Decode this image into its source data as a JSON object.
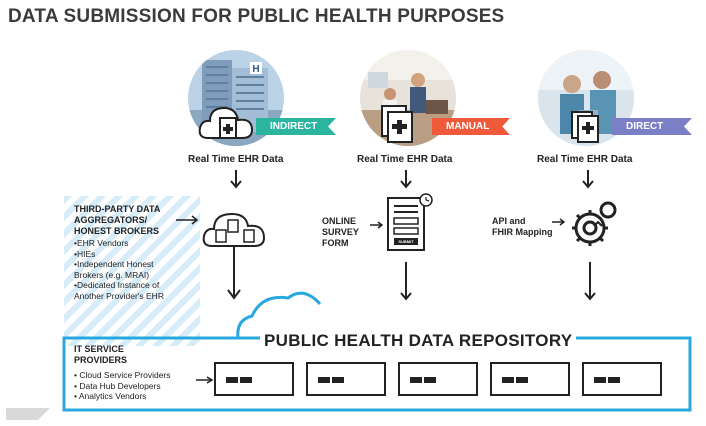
{
  "title": "DATA SUBMISSION FOR PUBLIC HEALTH PURPOSES",
  "colors": {
    "indirect": "#2bb5a0",
    "manual": "#f05a3a",
    "direct": "#7b7fc6",
    "repo": "#29a8df"
  },
  "columns": [
    {
      "tag": "INDIRECT",
      "ehr": "Real Time EHR Data"
    },
    {
      "tag": "MANUAL",
      "ehr": "Real Time EHR Data"
    },
    {
      "tag": "DIRECT",
      "ehr": "Real Time EHR Data"
    }
  ],
  "third_party": {
    "heading": [
      "THIRD-PARTY DATA",
      "AGGREGATORS/",
      "HONEST BROKERS"
    ],
    "items": [
      "•EHR Vendors",
      "•HIEs",
      "•Independent Honest",
      "Brokers (e.g. MRAI)",
      "•Dedicated Instance of",
      "Another Provider's EHR"
    ]
  },
  "survey": {
    "lines": [
      "ONLINE",
      "SURVEY",
      "FORM"
    ],
    "submit": "SUBMIT"
  },
  "api": {
    "lines": [
      "API and",
      "FHIR Mapping"
    ]
  },
  "repository": {
    "title": "PUBLIC  HEALTH DATA REPOSITORY"
  },
  "it_service": {
    "heading": [
      "IT SERVICE",
      "PROVIDERS"
    ],
    "items": [
      "• Cloud Service Providers",
      "• Data Hub Developers",
      "• Analytics Vendors"
    ]
  }
}
